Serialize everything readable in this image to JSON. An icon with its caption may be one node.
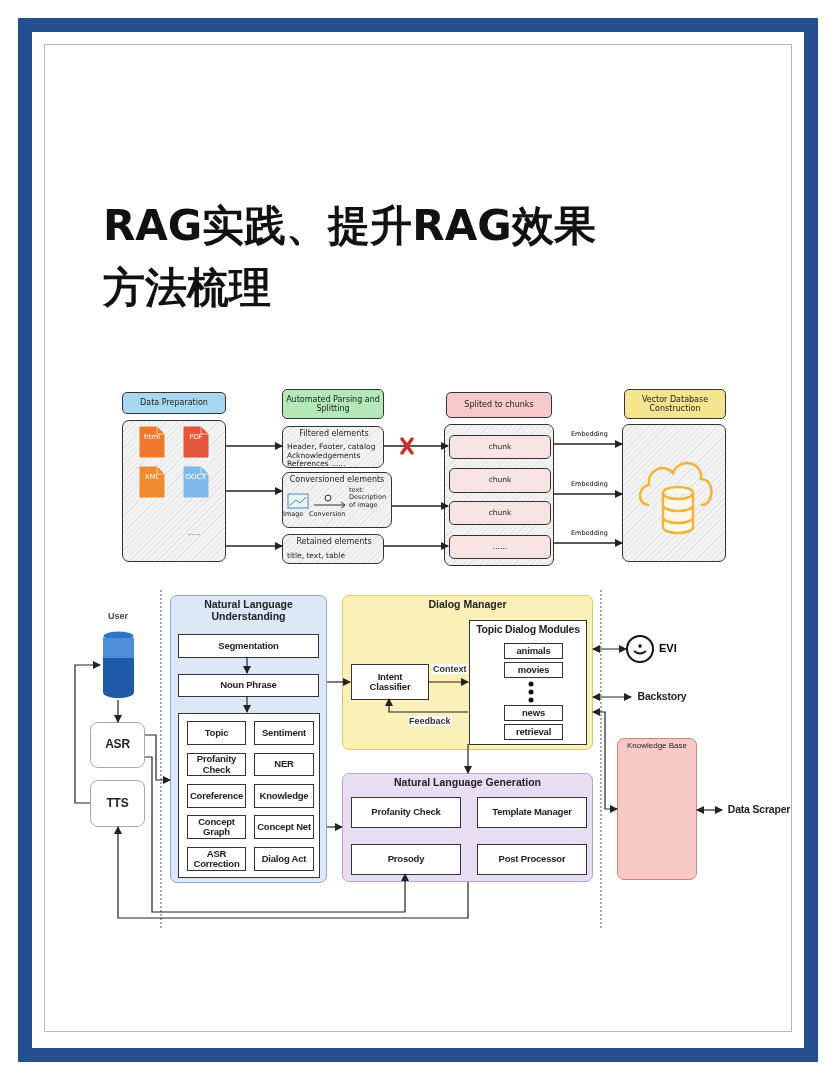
{
  "diagram": {
    "title": "RAG实践、提升RAG效果方法梳理",
    "nodes": [
      {
        "text": [
          "Data Preparation"
        ]
      },
      {
        "text": [
          "html",
          "PDF",
          "XML",
          "DOCX",
          "......"
        ]
      },
      {
        "text": [
          "Automated Parsing and Splitting"
        ]
      },
      {
        "text": [
          "Filtered elements",
          "Header, Footer, catalog Acknowledgements References ......"
        ]
      },
      {
        "text": [
          "Conversioned elements",
          "Image",
          "Conversion",
          "text: Description of image"
        ]
      },
      {
        "text": [
          "Retained elements",
          "title, text, table"
        ]
      },
      {
        "text": [
          "Splited to chunks"
        ]
      },
      {
        "text": [],
        "shape": "box"
      },
      {
        "text": [
          "chunk"
        ],
        "in": 7
      },
      {
        "text": [
          "chunk"
        ],
        "in": 7
      },
      {
        "text": [
          "chunk"
        ],
        "in": 7
      },
      {
        "text": [
          "......"
        ],
        "in": 7
      },
      {
        "text": [
          "Vector Database Construction"
        ]
      },
      {
        "text": [],
        "shape": "box"
      },
      {
        "text": [
          "User"
        ]
      },
      {
        "text": [
          "ASR"
        ]
      },
      {
        "text": [
          "TTS"
        ]
      },
      {
        "text": [
          "Natural Language Understanding"
        ]
      },
      {
        "text": [
          "Segmentation"
        ],
        "in": 17
      },
      {
        "text": [
          "Noun Phrase"
        ],
        "in": 17
      },
      {
        "text": [],
        "shape": "box",
        "in": 17
      },
      {
        "text": [
          "Topic"
        ],
        "in": 20
      },
      {
        "text": [
          "Sentiment"
        ],
        "in": 20
      },
      {
        "text": [
          "Profanity Check"
        ],
        "in": 20
      },
      {
        "text": [
          "NER"
        ],
        "in": 20
      },
      {
        "text": [
          "Coreference"
        ],
        "in": 20
      },
      {
        "text": [
          "Knowledge"
        ],
        "in": 20
      },
      {
        "text": [
          "Concept Graph"
        ],
        "in": 20
      },
      {
        "text": [
          "Concept Net"
        ],
        "in": 20
      },
      {
        "text": [
          "ASR Correction"
        ],
        "in": 20
      },
      {
        "text": [
          "Dialog Act"
        ],
        "in": 20
      },
      {
        "text": [
          "Dialog Manager"
        ]
      },
      {
        "text": [
          "Intent Classifier"
        ],
        "in": 31
      },
      {
        "text": [
          "Topic Dialog Modules"
        ],
        "in": 31
      },
      {
        "text": [
          "animals"
        ],
        "in": 33
      },
      {
        "text": [
          "movies"
        ],
        "in": 33
      },
      {
        "text": [
          "news"
        ],
        "in": 33
      },
      {
        "text": [
          "retrieval"
        ],
        "in": 33
      },
      {
        "text": [
          "Natural Language Generation"
        ]
      },
      {
        "text": [
          "Profanity Check"
        ],
        "in": 38
      },
      {
        "text": [
          "Template Manager"
        ],
        "in": 38
      },
      {
        "text": [
          "Prosody"
        ],
        "in": 38
      },
      {
        "text": [
          "Post Processor"
        ],
        "in": 38
      },
      {
        "text": [],
        "shape": "circle",
        "beside": [
          "EVI"
        ]
      },
      {
        "text": [
          "Backstory"
        ]
      },
      {
        "text": [
          "Knowledge Base"
        ]
      },
      {
        "text": [
          "Data Scraper"
        ]
      }
    ],
    "edges": [
      {
        "from": 1,
        "to": 3,
        "arrow": "to"
      },
      {
        "from": 1,
        "to": 4,
        "arrow": "to"
      },
      {
        "from": 1,
        "to": 5,
        "arrow": "to"
      },
      {
        "from": 3,
        "to": 8,
        "arrow": "to"
      },
      {
        "from": 4,
        "to": 10,
        "arrow": "to"
      },
      {
        "from": 5,
        "to": 11,
        "arrow": "to"
      },
      {
        "from": 7,
        "to": 13,
        "label": "Embedding",
        "arrow": "to"
      },
      {
        "from": 7,
        "to": 13,
        "label": "Embedding",
        "arrow": "to"
      },
      {
        "from": 7,
        "to": 13,
        "label": "Embedding",
        "arrow": "to"
      },
      {
        "from": 14,
        "to": 15,
        "arrow": "to"
      },
      {
        "from": 16,
        "to": 14,
        "arrow": "to"
      },
      {
        "from": 15,
        "to": 17,
        "arrow": "to"
      },
      {
        "from": 15,
        "to": 41,
        "arrow": "to"
      },
      {
        "from": 18,
        "to": 19,
        "arrow": "to"
      },
      {
        "from": 19,
        "to": 20,
        "arrow": "to"
      },
      {
        "from": 17,
        "to": 32,
        "arrow": "to"
      },
      {
        "from": 17,
        "to": 38,
        "arrow": "to"
      },
      {
        "from": 32,
        "to": 33,
        "label": "Context",
        "arrow": "to"
      },
      {
        "from": 33,
        "to": 32,
        "label": "Feedback",
        "arrow": "to"
      },
      {
        "from": 33,
        "to": 38,
        "arrow": "to"
      },
      {
        "from": 38,
        "to": 16,
        "arrow": "to"
      },
      {
        "from": 43,
        "to": 31,
        "arrow": "both"
      },
      {
        "from": 44,
        "to": 31,
        "arrow": "both"
      },
      {
        "from": 45,
        "to": 31,
        "arrow": "both"
      },
      {
        "from": 46,
        "to": 45,
        "arrow": "both"
      }
    ]
  }
}
